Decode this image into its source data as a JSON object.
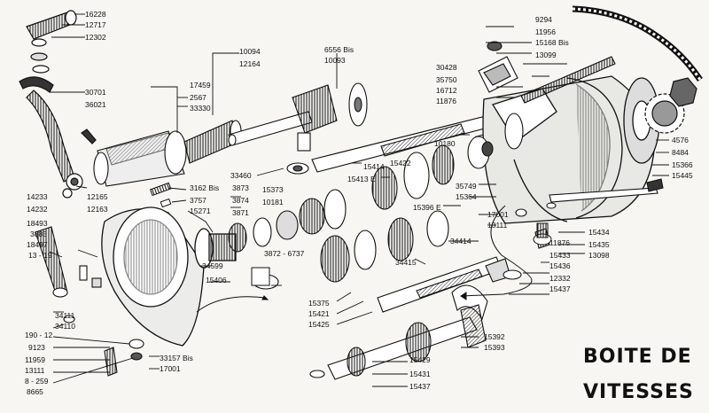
{
  "diagram": {
    "title_line1": "BOITE DE",
    "title_line2": "VITESSES",
    "labels": {
      "l16228": "16228",
      "l12717": "12717",
      "l12302": "12302",
      "l30701": "30701",
      "l36021": "36021",
      "l14233": "14233",
      "l14232": "14232",
      "l12165": "12165",
      "l12163": "12163",
      "l17459": "17459",
      "l2567": "2567",
      "l33330": "33330",
      "l10094": "10094",
      "l12164": "12164",
      "l6556bis": "6556 Bis",
      "l10093": "10093",
      "l9294": "9294",
      "l11956": "11956",
      "l15168bis": "15168 Bis",
      "l13099": "13099",
      "l30428": "30428",
      "l35750": "35750",
      "l16712": "16712",
      "l11876a": "11876",
      "l10180": "10180",
      "l4576": "4576",
      "l8484": "8484",
      "l15366": "15366",
      "l15445": "15445",
      "l33460": "33460",
      "l15373": "15373",
      "l3162bis": "3162 Bis",
      "l3757": "3757",
      "l15271": "15271",
      "l3873": "3873",
      "l10181": "10181",
      "l3874": "3874",
      "l3871": "3871",
      "l15414": "15414",
      "l15422": "15422",
      "l15413e": "15413 E",
      "l35749": "35749",
      "l15364": "15364",
      "l15396e": "15396 E",
      "l18493": "18493",
      "l3885": "3885",
      "l18497": "18497",
      "l1319": "13 - 19",
      "l17001a": "17001",
      "l13111a": "13111",
      "l11876b": "11876",
      "l15434": "15434",
      "l15435": "15435",
      "l13098": "13098",
      "l34414": "34414",
      "l34415": "34415",
      "l15433": "15433",
      "l3872_6737": "3872 - 6737",
      "l34599": "34599",
      "l15406": "15406",
      "l15436": "15436",
      "l12332": "12332",
      "l15437a": "15437",
      "l34111": "34111",
      "l34110": "34110",
      "l19012": "190 - 12",
      "l9123": "9123",
      "l11959": "11959",
      "l13111b": "13111",
      "l8259": "8 - 259",
      "l8665": "8665",
      "l15375": "15375",
      "l15421": "15421",
      "l15425": "15425",
      "l15392": "15392",
      "l15393": "15393",
      "l33157bis": "33157 Bis",
      "l17001b": "17001",
      "l15429": "15429",
      "l15431": "15431",
      "l15437b": "15437"
    }
  }
}
